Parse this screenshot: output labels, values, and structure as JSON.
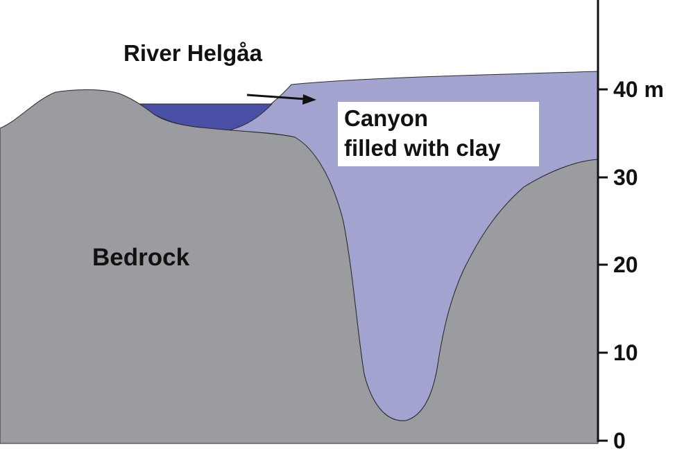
{
  "labels": {
    "river": "River Helgåa",
    "bedrock": "Bedrock",
    "canyon_line1": "Canyon",
    "canyon_line2": "filled with clay"
  },
  "axis": {
    "ticks": [
      "0",
      "10",
      "20",
      "30",
      "40 m"
    ]
  },
  "colors": {
    "bedrock": "#9a9c9f",
    "clay": "#a3a3d0",
    "river": "#4a4fa6",
    "outline": "#2a2a2a",
    "arrow": "#111111"
  }
}
